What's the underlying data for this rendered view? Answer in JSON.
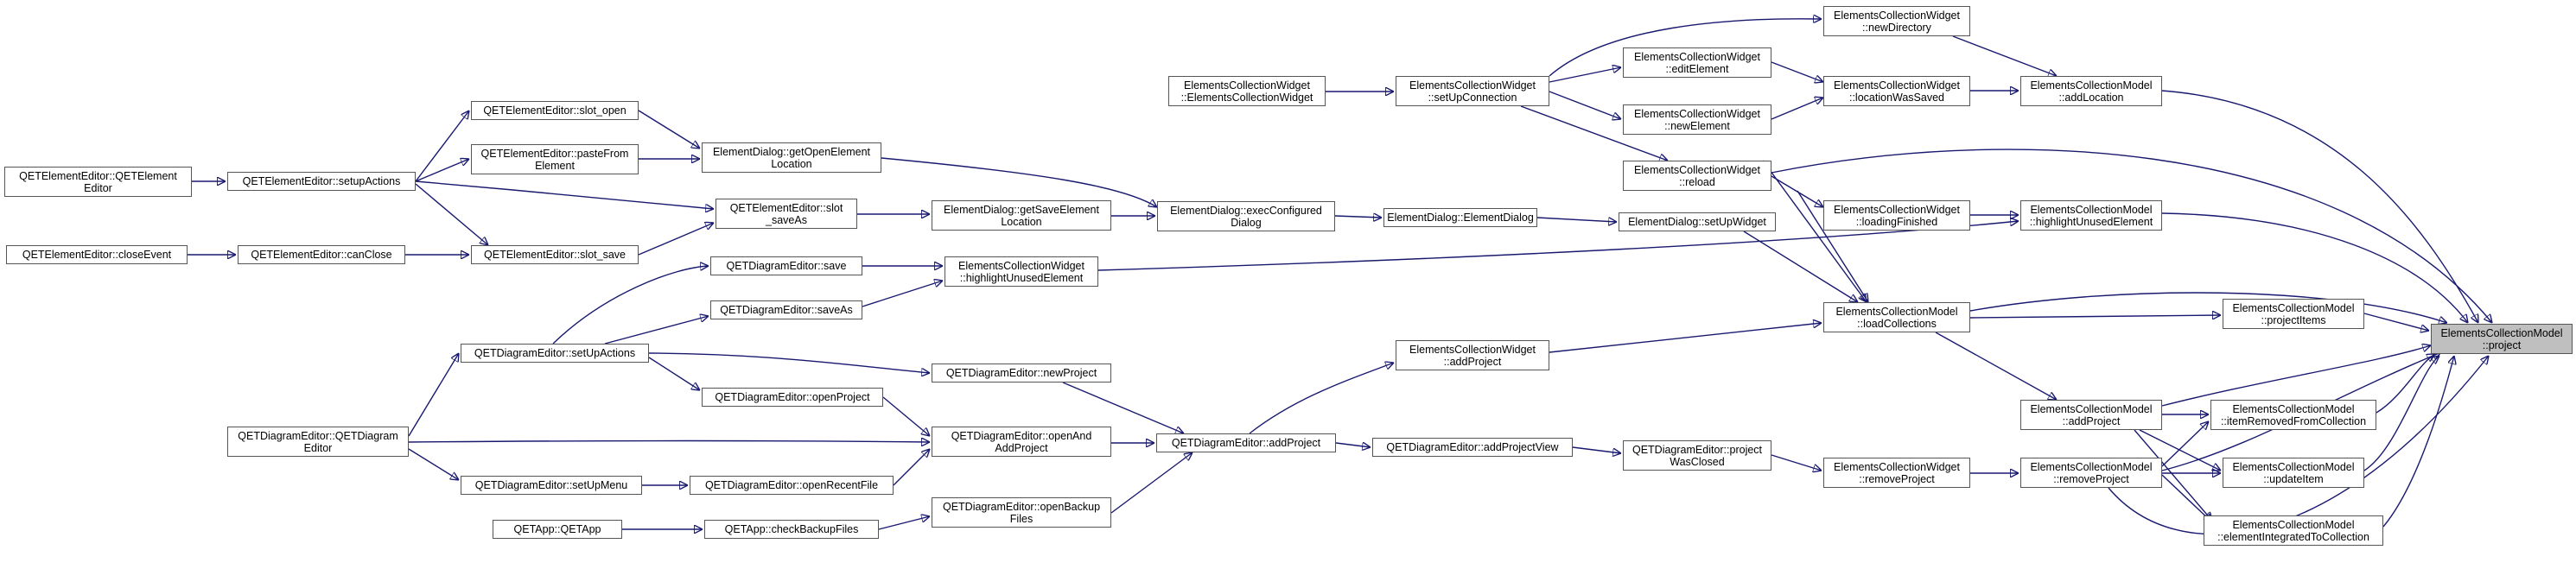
{
  "graph": {
    "nodes": {
      "n_proj": "ElementsCollectionModel\n::project",
      "n_pitems": "ElementsCollectionModel\n::projectItems",
      "n_iremc": "ElementsCollectionModel\n::itemRemovedFromCollection",
      "n_upd": "ElementsCollectionModel\n::updateItem",
      "n_eint": "ElementsCollectionModel\n::elementIntegratedToCollection",
      "n_addloc": "ElementsCollectionModel\n::addLocation",
      "n_hlue": "ElementsCollectionModel\n::highlightUnusedElement",
      "n_loadc": "ElementsCollectionModel\n::loadCollections",
      "n_addp": "ElementsCollectionModel\n::addProject",
      "n_remp": "ElementsCollectionModel\n::removeProject",
      "n_newdir": "ElementsCollectionWidget\n::newDirectory",
      "n_locws": "ElementsCollectionWidget\n::locationWasSaved",
      "n_ldfin": "ElementsCollectionWidget\n::loadingFinished",
      "n_wremp": "ElementsCollectionWidget\n::removeProject",
      "n_edit": "ElementsCollectionWidget\n::editElement",
      "n_newel": "ElementsCollectionWidget\n::newElement",
      "n_reload": "ElementsCollectionWidget\n::reload",
      "n_setupc": "ElementsCollectionWidget\n::setUpConnection",
      "n_ecwctor": "ElementsCollectionWidget\n::ElementsCollectionWidget",
      "n_wadd": "ElementsCollectionWidget\n::addProject",
      "n_whlue": "ElementsCollectionWidget\n::highlightUnusedElement",
      "n_pwc": "QETDiagramEditor::project\nWasClosed",
      "n_apv": "QETDiagramEditor::addProjectView",
      "n_dap": "QETDiagramEditor::addProject",
      "n_ed_setw": "ElementDialog::setUpWidget",
      "n_ed_ctor": "ElementDialog::ElementDialog",
      "n_ed_exec": "ElementDialog::execConfigured\nDialog",
      "n_ed_open": "ElementDialog::getOpenElement\nLocation",
      "n_ed_save": "ElementDialog::getSaveElement\nLocation",
      "n_oaap": "QETDiagramEditor::openAnd\nAddProject",
      "n_newp": "QETDiagramEditor::newProject",
      "n_obf": "QETDiagramEditor::openBackup\nFiles",
      "n_dsave": "QETDiagramEditor::save",
      "n_dsaveas": "QETDiagramEditor::saveAs",
      "n_openp": "QETDiagramEditor::openProject",
      "n_orf": "QETDiagramEditor::openRecentFile",
      "n_cbf": "QETApp::checkBackupFiles",
      "n_slopen": "QETElementEditor::slot_open",
      "n_paste": "QETElementEditor::pasteFrom\nElement",
      "n_slsaveas": "QETElementEditor::slot\n_saveAs",
      "n_slsave": "QETElementEditor::slot_save",
      "n_setupa": "QETElementEditor::setupActions",
      "n_canclose": "QETElementEditor::canClose",
      "n_eector": "QETElementEditor::QETElement\nEditor",
      "n_close": "QETElementEditor::closeEvent",
      "n_dsua": "QETDiagramEditor::setUpActions",
      "n_dsum": "QETDiagramEditor::setUpMenu",
      "n_dector": "QETDiagramEditor::QETDiagram\nEditor",
      "n_appctor": "QETApp::QETApp"
    }
  },
  "colors": {
    "edge": "#191970",
    "node_border": "#555555",
    "target_fill": "#bfbfbf"
  }
}
